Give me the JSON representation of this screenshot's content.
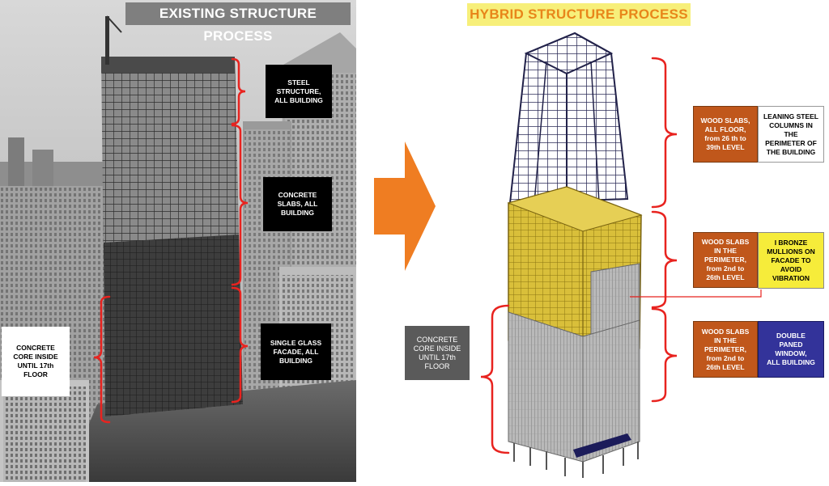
{
  "left": {
    "title": "EXISTING STRUCTURE PROCESS",
    "labels": {
      "steel": "STEEL\nSTRUCTURE,\nALL BUILDING",
      "concrete_slabs": "CONCRETE\nSLABS, ALL\nBUILDING",
      "glass": "SINGLE GLASS\nFACADE, ALL\nBUILDING",
      "core": "CONCRETE\nCORE INSIDE\nUNTIL 17th\nFLOOR"
    }
  },
  "right": {
    "title": "HYBRID STRUCTURE PROCESS",
    "labels": {
      "wood_top": "WOOD SLABS,\nALL FLOOR,\nfrom 26 th to\n39th LEVEL",
      "leaning": "LEANING STEEL\nCOLUMNS IN\nTHE\nPERIMETER OF\nTHE BUILDING",
      "wood_mid": "WOOD SLABS\nIN THE\nPERIMETER,\nfrom 2nd to\n26th LEVEL",
      "bronze": "I BRONZE\nMULLIONS ON\nFACADE TO\nAVOID\nVIBRATION",
      "wood_low": "WOOD SLABS\nIN THE\nPERIMETER,\nfrom 2nd to\n26th LEVEL",
      "double": "DOUBLE\nPANED\nWINDOW,\nALL BUILDING",
      "core": "CONCRETE\nCORE INSIDE\nUNTIL 17th\nFLOOR"
    }
  },
  "colors": {
    "bracket": "#e8231f",
    "arrow": "#ef7d22",
    "right_title_bg": "#f7ef7a",
    "right_title_fg": "#e8861a",
    "left_title_bg": "#7f7f7f"
  }
}
